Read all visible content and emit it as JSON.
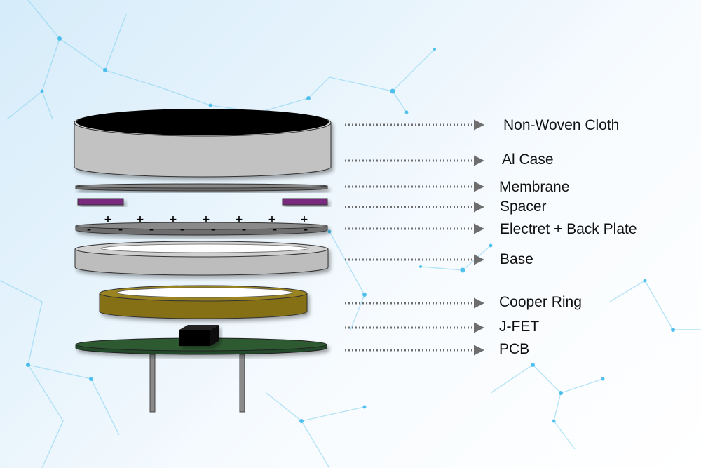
{
  "labels": {
    "non_woven_cloth": "Non-Woven Cloth",
    "al_case": "Al Case",
    "membrane": "Membrane",
    "spacer": "Spacer",
    "electret_back_plate": "Electret + Back Plate",
    "base": "Base",
    "cooper_ring": "Cooper Ring",
    "jfet": "J-FET",
    "pcb": "PCB"
  },
  "symbols": {
    "plus": "+",
    "minus": "–"
  },
  "colors": {
    "cloth": "#000000",
    "case": "#c8c8c8",
    "membrane": "#7f7f7f",
    "spacer": "#7a2a7e",
    "electret": "#7a7a7a",
    "base": "#c4c4c4",
    "copper_ring": "#8a7418",
    "pcb": "#2f5a31",
    "arrow": "#6e6e6e",
    "network": "#3bb6e8"
  }
}
